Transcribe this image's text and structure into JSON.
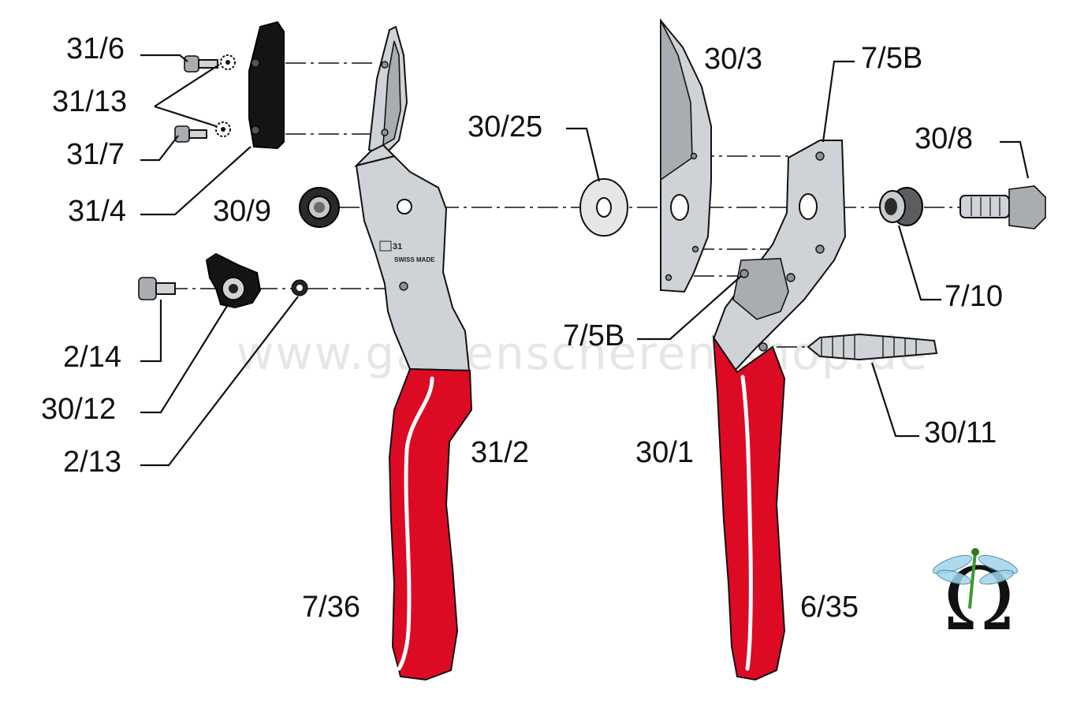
{
  "diagram": {
    "labels": {
      "p31_6": "31/6",
      "p31_13": "31/13",
      "p31_7": "31/7",
      "p31_4": "31/4",
      "p30_9": "30/9",
      "p2_14": "2/14",
      "p30_12": "30/12",
      "p2_13": "2/13",
      "p31_2": "31/2",
      "p7_36": "7/36",
      "p30_3": "30/3",
      "p30_25": "30/25",
      "p7_5B_top": "7/5B",
      "p30_8": "30/8",
      "p7_10": "7/10",
      "p7_5B_mid": "7/5B",
      "p30_11": "30/11",
      "p30_1": "30/1",
      "p6_35": "6/35"
    },
    "stamp": {
      "model": "31",
      "origin": "SWISS MADE"
    },
    "watermark": "www.gartenscheren-shop.de",
    "logo_symbol": "Ω",
    "colors": {
      "handle_red": "#dd0a24",
      "steel": "#cfd2d6",
      "anvil_black": "#141414",
      "logo_green": "#3a9a2a"
    }
  }
}
